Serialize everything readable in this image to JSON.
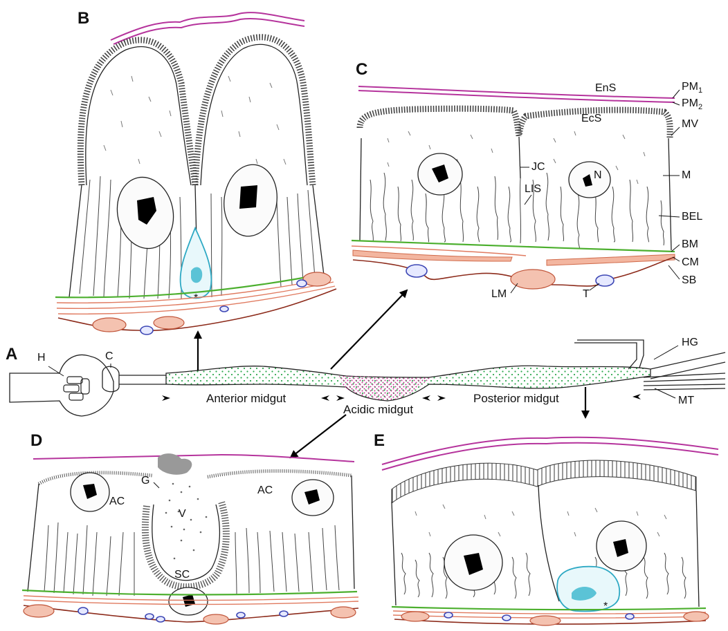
{
  "panels": {
    "A": "A",
    "B": "B",
    "C": "C",
    "D": "D",
    "E": "E"
  },
  "overview": {
    "head": "H",
    "crop": "C",
    "hindgut": "HG",
    "malpighian_tubules": "MT",
    "anterior_midgut": "Anterior midgut",
    "acidic_midgut": "Acidic midgut",
    "posterior_midgut": "Posterior midgut"
  },
  "panel_c_labels": {
    "ens": "EnS",
    "pm1": "PM",
    "pm1_sub": "1",
    "pm2": "PM",
    "pm2_sub": "2",
    "ecs": "EcS",
    "mv": "MV",
    "jc": "JC",
    "n": "N",
    "m": "M",
    "lis": "LIS",
    "bel": "BEL",
    "bm": "BM",
    "cm": "CM",
    "sb": "SB",
    "lm": "LM",
    "t": "T"
  },
  "panel_d_labels": {
    "g": "G",
    "ac_left": "AC",
    "ac_right": "AC",
    "v": "V",
    "sc": "SC"
  },
  "stem_cell_marker": "*",
  "colors": {
    "peritrophic_matrix": "#b5339c",
    "basement_membrane": "#4caf2e",
    "muscle": "#e07a5f",
    "trachea": "#3c46b4",
    "stem_cell": "#2ea9c4",
    "midgut_fill": "#2fa84f",
    "acidic_fill": "#c2338f"
  }
}
